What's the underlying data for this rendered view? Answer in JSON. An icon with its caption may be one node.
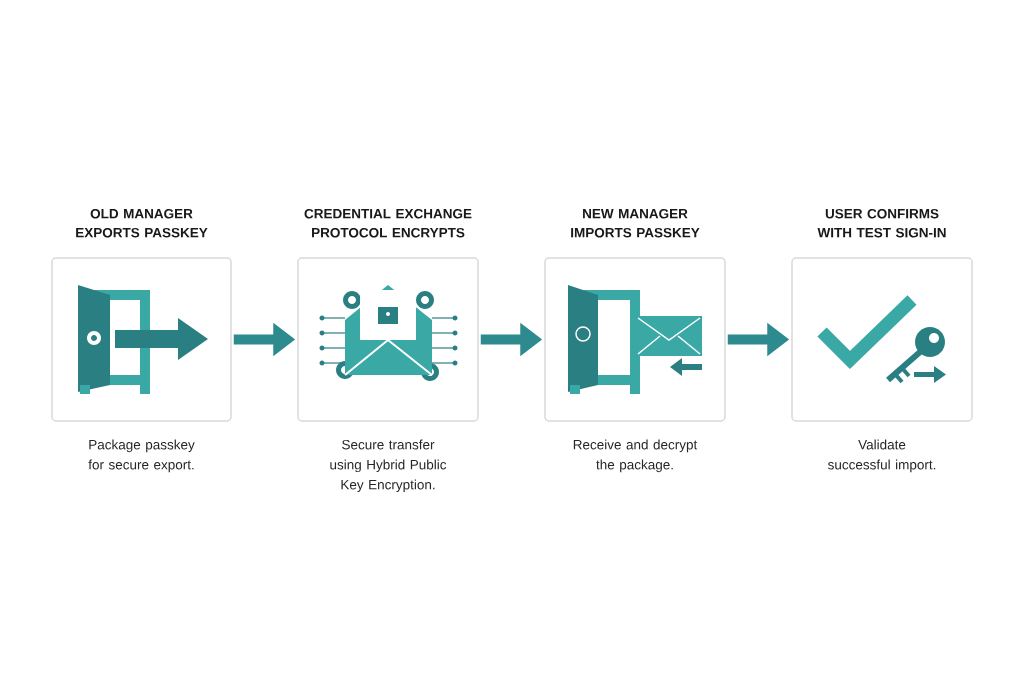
{
  "diagram": {
    "nodes": [
      {
        "text": [
          "OLD MANAGER EXPORTS PASSKEY"
        ],
        "beside": [
          "Package passkey for secure export."
        ]
      },
      {
        "text": [
          "CREDENTIAL EXCHANGE PROTOCOL ENCRYPTS"
        ],
        "beside": [
          "Secure transfer using Hybrid Public Key Encryption."
        ]
      },
      {
        "text": [
          "NEW MANAGER IMPORTS PASSKEY"
        ],
        "beside": [
          "Receive and decrypt the package."
        ]
      },
      {
        "text": [
          "USER CONFIRMS WITH TEST SIGN-IN"
        ],
        "beside": [
          "Validate successful import."
        ]
      }
    ],
    "edges": [
      {
        "from": 0,
        "to": 1,
        "arrow": "to"
      },
      {
        "from": 1,
        "to": 2,
        "arrow": "to"
      },
      {
        "from": 2,
        "to": 3,
        "arrow": "to"
      }
    ]
  }
}
